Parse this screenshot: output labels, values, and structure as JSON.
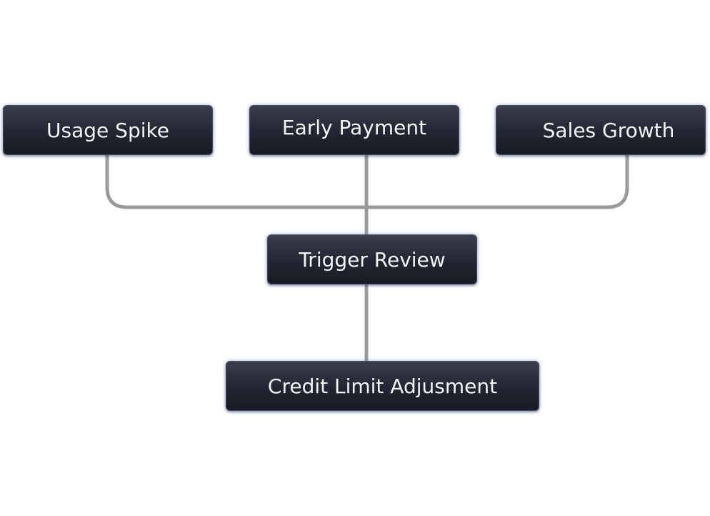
{
  "diagram": {
    "nodes": {
      "usage_spike": "Usage Spike",
      "early_payment": "Early Payment",
      "sales_growth": "Sales Growth",
      "trigger_review": "Trigger Review",
      "credit_limit_adjustment": "Credit Limit Adjusment"
    },
    "edges": [
      {
        "from": "usage_spike",
        "to": "trigger_review"
      },
      {
        "from": "early_payment",
        "to": "trigger_review"
      },
      {
        "from": "sales_growth",
        "to": "trigger_review"
      },
      {
        "from": "trigger_review",
        "to": "credit_limit_adjustment"
      }
    ],
    "colors": {
      "node_fill": "#222632",
      "node_text": "#f2f3f5",
      "connector": "#9a9a9a",
      "node_glow": "#5078c8"
    }
  }
}
